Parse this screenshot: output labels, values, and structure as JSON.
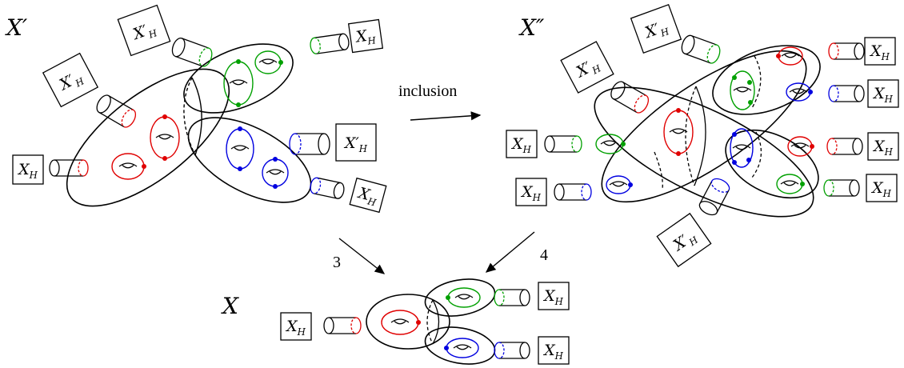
{
  "labels": {
    "x_prime": "X′",
    "x_double_prime": "X″",
    "x": "X",
    "inclusion": "inclusion",
    "arrow_left_num": "3",
    "arrow_right_num": "4"
  },
  "boxes": {
    "main": "X",
    "prime_main": "X′",
    "sub": "H"
  },
  "colors": {
    "red": "#e00000",
    "green": "#00a000",
    "blue": "#0000e0",
    "ink": "#000000"
  }
}
